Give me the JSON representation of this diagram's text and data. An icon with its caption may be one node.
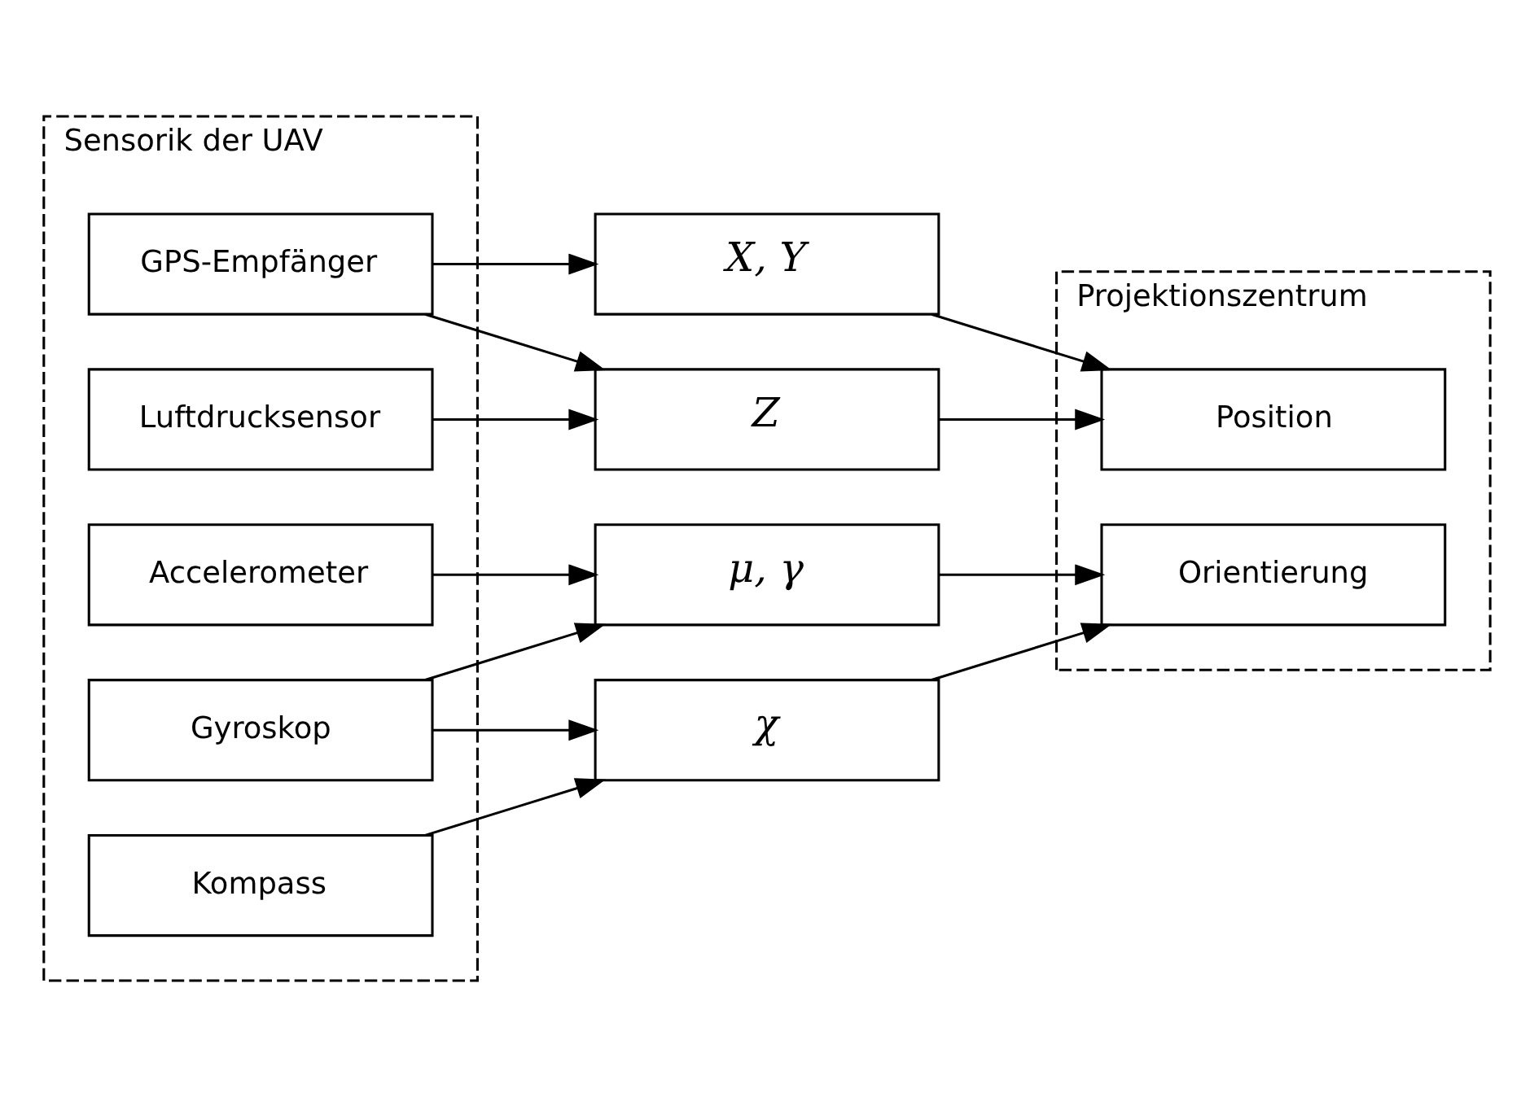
{
  "diagram": {
    "nodes": [
      {
        "text": [
          "Sensorik der UAV"
        ]
      },
      {
        "text": [
          "GPS-Empfänger"
        ],
        "in": 0
      },
      {
        "text": [
          "Luftdrucksensor"
        ],
        "in": 0
      },
      {
        "text": [
          "Accelerometer"
        ],
        "in": 0
      },
      {
        "text": [
          "Gyroskop"
        ],
        "in": 0
      },
      {
        "text": [
          "Kompass"
        ],
        "in": 0
      },
      {
        "text": [
          "X, Y"
        ]
      },
      {
        "text": [
          "Z"
        ]
      },
      {
        "text": [
          "μ, γ"
        ]
      },
      {
        "text": [
          "χ"
        ]
      },
      {
        "text": [
          "Projektionszentrum"
        ]
      },
      {
        "text": [
          "Position"
        ],
        "in": 10
      },
      {
        "text": [
          "Orientierung"
        ],
        "in": 10
      }
    ],
    "edges": [
      {
        "from": 1,
        "to": 6,
        "arrow": "to"
      },
      {
        "from": 1,
        "to": 7,
        "arrow": "to"
      },
      {
        "from": 2,
        "to": 7,
        "arrow": "to"
      },
      {
        "from": 3,
        "to": 8,
        "arrow": "to"
      },
      {
        "from": 4,
        "to": 8,
        "arrow": "to"
      },
      {
        "from": 4,
        "to": 9,
        "arrow": "to"
      },
      {
        "from": 5,
        "to": 9,
        "arrow": "to"
      },
      {
        "from": 6,
        "to": 11,
        "arrow": "to"
      },
      {
        "from": 7,
        "to": 11,
        "arrow": "to"
      },
      {
        "from": 8,
        "to": 12,
        "arrow": "to"
      },
      {
        "from": 9,
        "to": 12,
        "arrow": "to"
      }
    ]
  }
}
